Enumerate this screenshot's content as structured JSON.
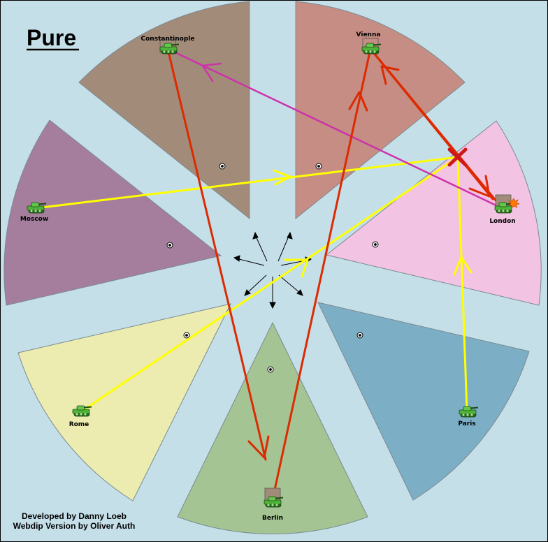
{
  "map": {
    "title": "Pure",
    "credits": [
      "Developed by Danny Loeb",
      "Webdip Version by Oliver Auth"
    ],
    "colors": {
      "sea": "#c5dfe9",
      "border": "#7a8a90",
      "support_order": "#ffff00",
      "move_order": "#dd2a00",
      "convoy_order": "#cc33aa",
      "unit_fill": "#3a9a2a"
    },
    "territories": [
      {
        "name": "Constantinople",
        "color": "#a28b79"
      },
      {
        "name": "Vienna",
        "color": "#c58d83"
      },
      {
        "name": "London",
        "color": "#f2c3e2"
      },
      {
        "name": "Paris",
        "color": "#7caec6"
      },
      {
        "name": "Berlin",
        "color": "#a4c493"
      },
      {
        "name": "Rome",
        "color": "#ececb0"
      },
      {
        "name": "Moscow",
        "color": "#a47e9c"
      }
    ],
    "units": [
      {
        "territory": "Constantinople",
        "type": "army",
        "icon": "tank-icon"
      },
      {
        "territory": "Vienna",
        "type": "army",
        "icon": "tank-icon"
      },
      {
        "territory": "London",
        "type": "army",
        "icon": "tank-icon",
        "dislodged_marker": "explosion-icon"
      },
      {
        "territory": "Paris",
        "type": "army",
        "icon": "tank-icon"
      },
      {
        "territory": "Berlin",
        "type": "army",
        "icon": "tank-icon"
      },
      {
        "territory": "Rome",
        "type": "army",
        "icon": "tank-icon"
      },
      {
        "territory": "Moscow",
        "type": "army",
        "icon": "tank-icon"
      }
    ]
  }
}
